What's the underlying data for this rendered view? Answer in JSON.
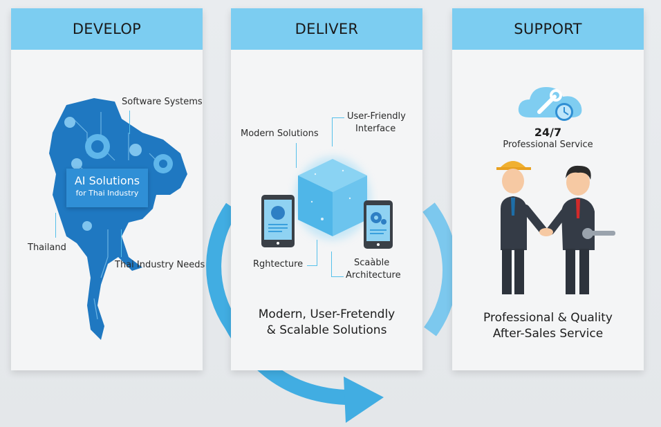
{
  "panels": [
    {
      "title": "DEVELOP",
      "badge": {
        "line1": "AI Solutions",
        "line2": "for Thai Industry"
      },
      "labels": {
        "top": "Software Systems",
        "left": "Thailand",
        "bottom": "Thai Industry Needs"
      }
    },
    {
      "title": "DELIVER",
      "labels": {
        "modern": "Modern Solutions",
        "ui_line1": "User-Friendly",
        "ui_line2": "Interface",
        "arch": "Rghtecture",
        "scal_line1": "Scaàble",
        "scal_line2": "Architecture"
      },
      "caption": {
        "line1": "Modern, User-Fretendly",
        "line2": "& Scalable Solutions"
      }
    },
    {
      "title": "SUPPORT",
      "service": {
        "hours": "24/7",
        "label": "Professional Service"
      },
      "caption": {
        "line1": "Professional & Quality",
        "line2": "After-Sales Service"
      }
    }
  ],
  "icons": [
    "map-thailand-icon",
    "cube-icon",
    "tablet-icon",
    "gear-icon",
    "cloud-wrench-icon",
    "clock-icon",
    "handshake-icon",
    "cycle-arrow-icon"
  ],
  "colors": {
    "header": "#7ccdf1",
    "accent": "#3fb0e3",
    "map": "#1f78c1",
    "background": "#e7eaed"
  }
}
